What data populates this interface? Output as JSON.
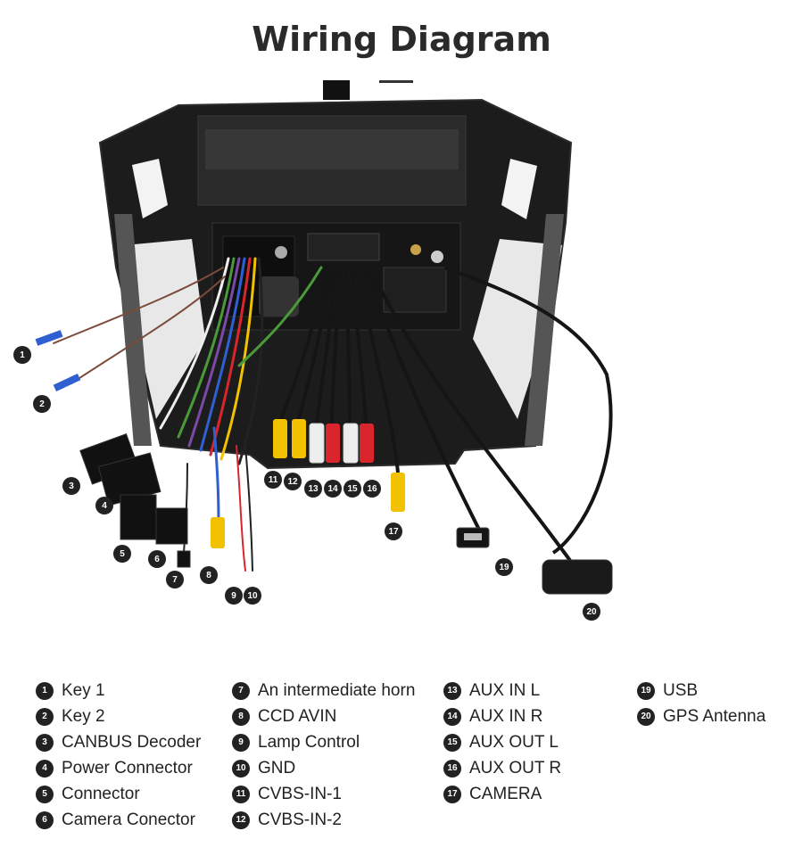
{
  "title": "Wiring Diagram",
  "callouts": [
    "1",
    "2",
    "3",
    "4",
    "5",
    "6",
    "7",
    "8",
    "9",
    "10",
    "11",
    "12",
    "13",
    "14",
    "15",
    "16",
    "17",
    "19",
    "20"
  ],
  "legend": {
    "col1": [
      {
        "num": "1",
        "label": "Key 1"
      },
      {
        "num": "2",
        "label": "Key 2"
      },
      {
        "num": "3",
        "label": "CANBUS Decoder"
      },
      {
        "num": "4",
        "label": "Power Connector"
      },
      {
        "num": "5",
        "label": "Connector"
      },
      {
        "num": "6",
        "label": "Camera Conector"
      }
    ],
    "col2": [
      {
        "num": "7",
        "label": "An intermediate horn"
      },
      {
        "num": "8",
        "label": "CCD AVIN"
      },
      {
        "num": "9",
        "label": "Lamp Control"
      },
      {
        "num": "10",
        "label": "GND"
      },
      {
        "num": "11",
        "label": "CVBS-IN-1"
      },
      {
        "num": "12",
        "label": "CVBS-IN-2"
      }
    ],
    "col3": [
      {
        "num": "13",
        "label": "AUX IN L"
      },
      {
        "num": "14",
        "label": "AUX IN R"
      },
      {
        "num": "15",
        "label": "AUX OUT L"
      },
      {
        "num": "16",
        "label": "AUX OUT R"
      },
      {
        "num": "17",
        "label": "CAMERA"
      }
    ],
    "col4": [
      {
        "num": "19",
        "label": "USB"
      },
      {
        "num": "20",
        "label": "GPS Antenna"
      }
    ]
  },
  "colors": {
    "wire_yellow": "#f2c200",
    "wire_red": "#d8262c",
    "wire_white": "#eeeeee",
    "wire_green": "#4a9a3a",
    "wire_blue": "#2f5fd0",
    "wire_purple": "#7b4aa8",
    "unit_body": "#1b1b1b",
    "badge": "#222222"
  }
}
